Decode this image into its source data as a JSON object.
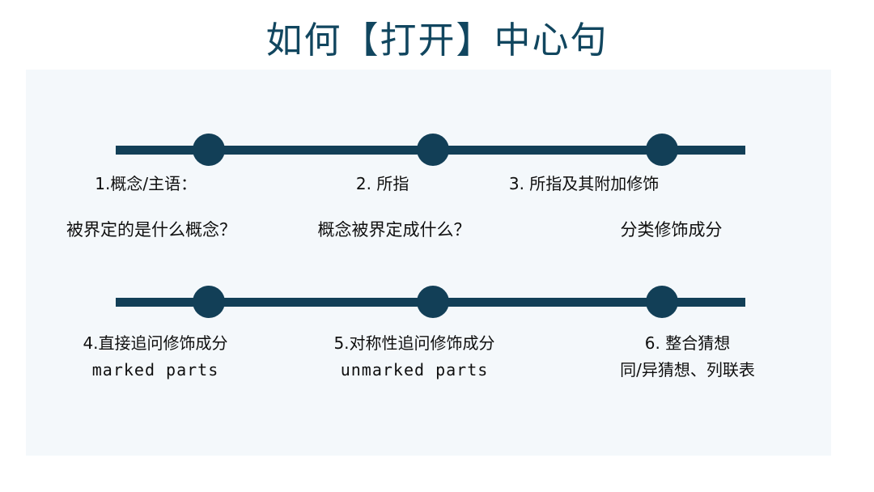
{
  "title": "如何【打开】中心句",
  "colors": {
    "accent": "#123f57",
    "title": "#11465f",
    "panel_background": "#f4f8fb",
    "page_background": "#ffffff",
    "text": "#0f0f0f"
  },
  "rows": [
    {
      "id": "row-1",
      "dots": 3,
      "steps": [
        {
          "heading": "1.概念/主语：",
          "description": "被界定的是什么概念？"
        },
        {
          "heading": "2. 所指",
          "description": "概念被界定成什么？"
        },
        {
          "heading": "3. 所指及其附加修饰",
          "description": "分类修饰成分"
        }
      ]
    },
    {
      "id": "row-2",
      "dots": 3,
      "steps": [
        {
          "heading": "4.直接追问修饰成分",
          "description": "marked parts"
        },
        {
          "heading": "5.对称性追问修饰成分",
          "description": "unmarked parts"
        },
        {
          "heading": "6. 整合猜想",
          "description": "同/异猜想、列联表"
        }
      ]
    }
  ]
}
